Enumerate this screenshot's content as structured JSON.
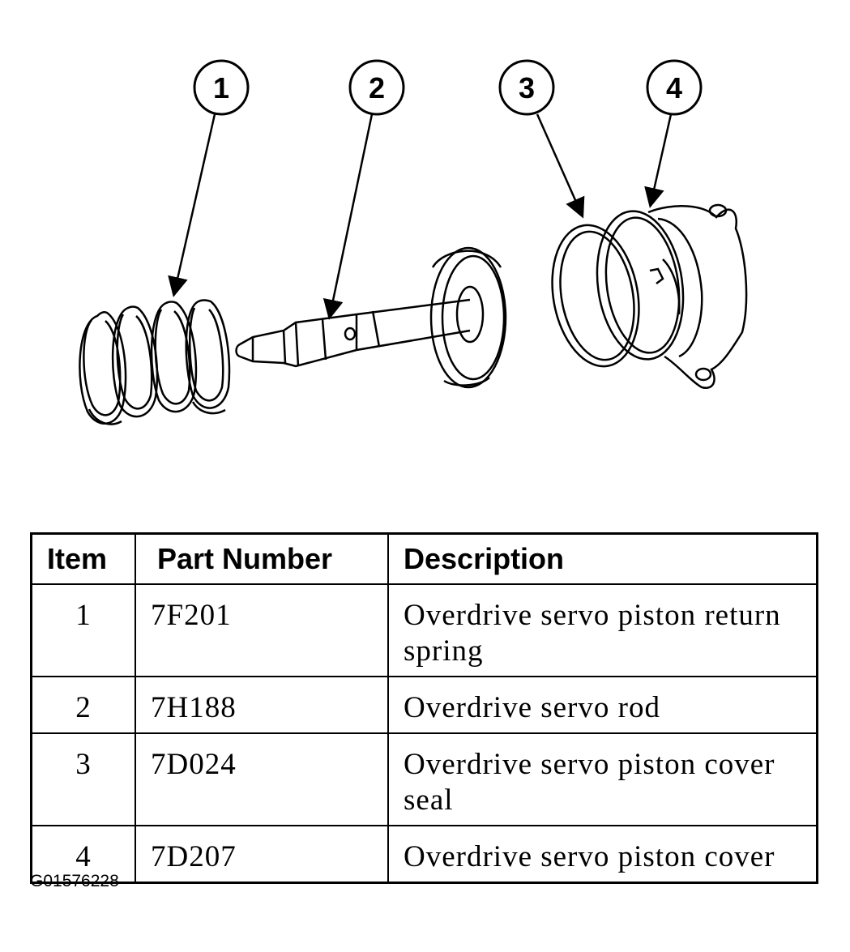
{
  "callouts": [
    {
      "number": "1",
      "target": "return-spring"
    },
    {
      "number": "2",
      "target": "servo-rod"
    },
    {
      "number": "3",
      "target": "cover-seal"
    },
    {
      "number": "4",
      "target": "piston-cover"
    }
  ],
  "table": {
    "headers": {
      "item": "Item",
      "part_number": "Part Number",
      "description": "Description"
    },
    "rows": [
      {
        "item": "1",
        "part_number": "7F201",
        "description": "Overdrive servo piston return spring"
      },
      {
        "item": "2",
        "part_number": "7H188",
        "description": "Overdrive servo rod"
      },
      {
        "item": "3",
        "part_number": "7D024",
        "description": "Overdrive servo piston cover seal"
      },
      {
        "item": "4",
        "part_number": "7D207",
        "description": "Overdrive servo piston cover"
      }
    ]
  },
  "figure_code": "G01576228"
}
